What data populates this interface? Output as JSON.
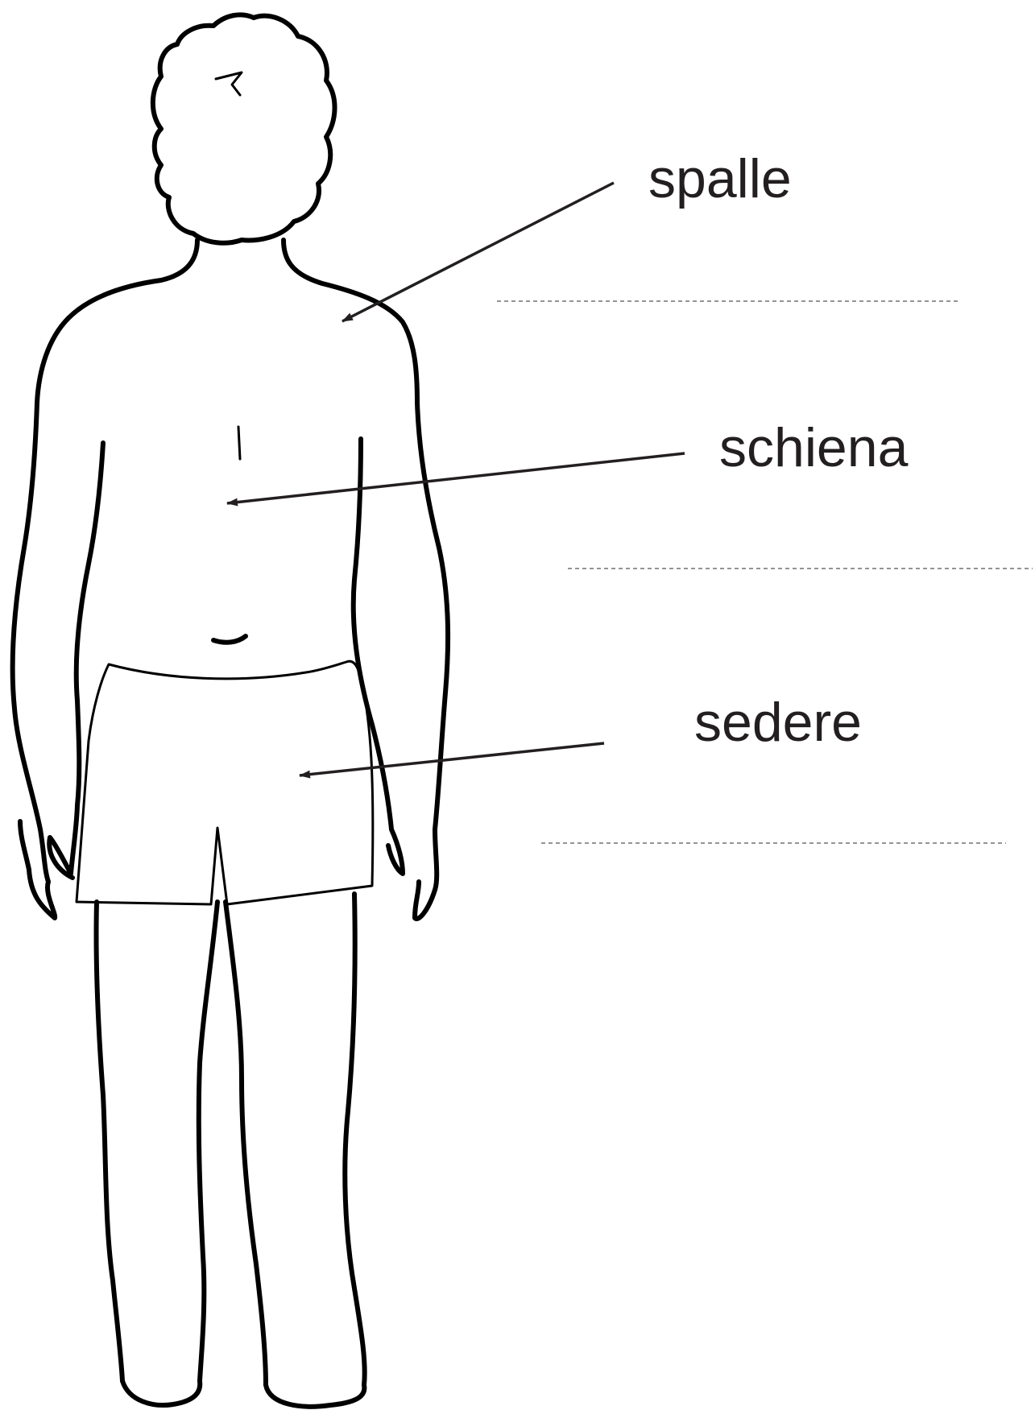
{
  "labels": [
    {
      "id": "spalle",
      "text": "spalle"
    },
    {
      "id": "schiena",
      "text": "schiena"
    },
    {
      "id": "sedere",
      "text": "sedere"
    }
  ],
  "colors": {
    "ink": "#231f20",
    "outline": "#000000",
    "background": "#ffffff"
  }
}
